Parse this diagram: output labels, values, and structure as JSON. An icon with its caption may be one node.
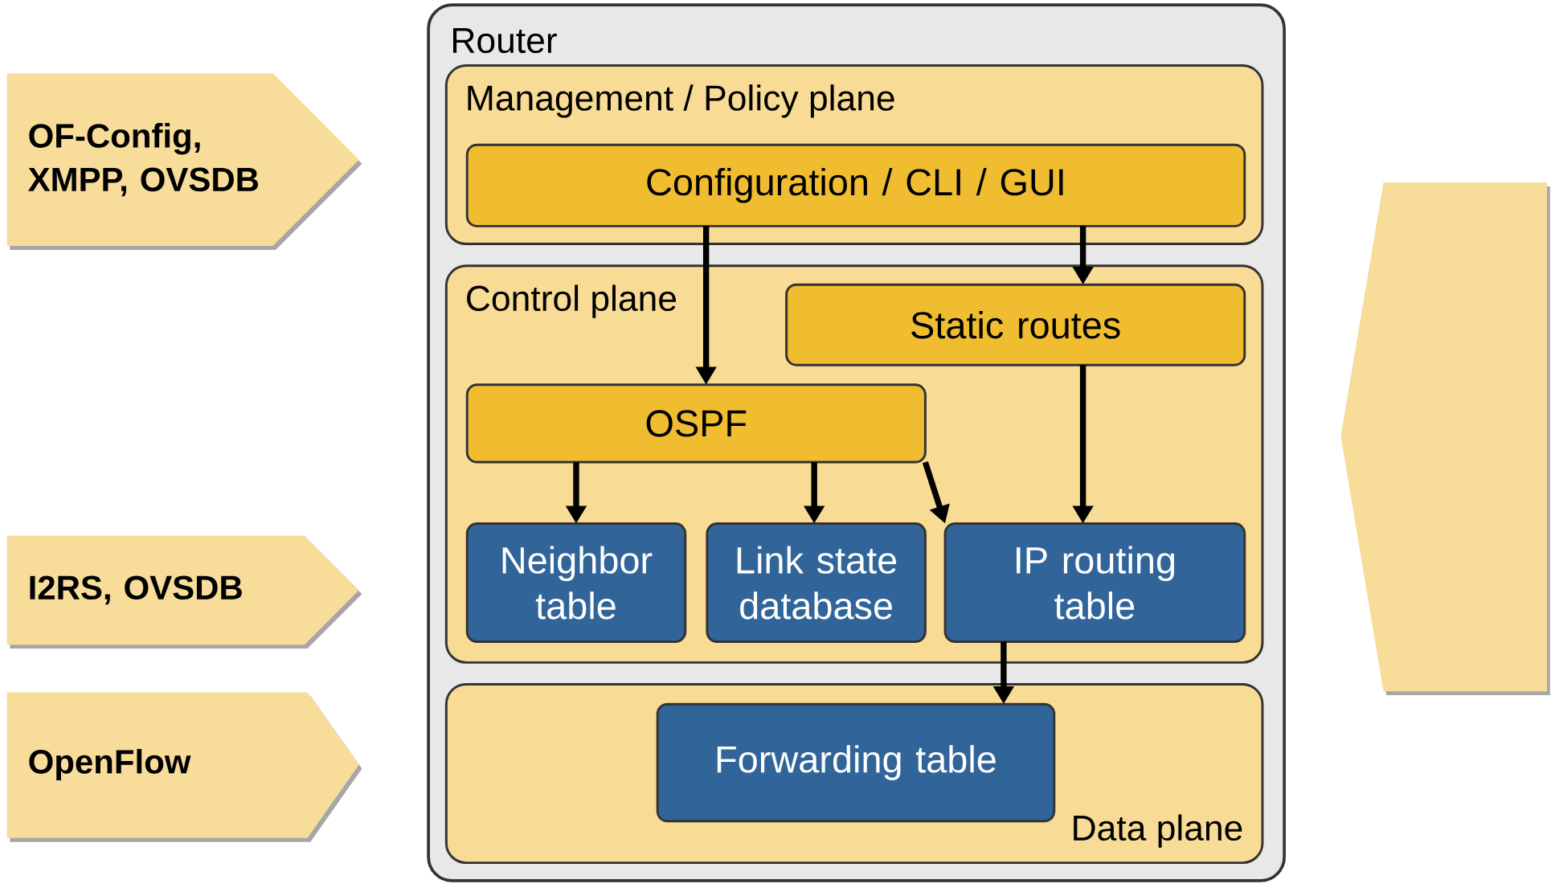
{
  "diagram": {
    "nodes": [
      {
        "text": [
          "Router"
        ]
      },
      {
        "text": [
          "Management / Policy plane"
        ],
        "in": 0
      },
      {
        "text": [
          "Configuration / CLI / GUI"
        ],
        "in": 1
      },
      {
        "text": [
          "Control plane"
        ],
        "in": 0
      },
      {
        "text": [
          "Static routes"
        ],
        "in": 3
      },
      {
        "text": [
          "OSPF"
        ],
        "in": 3
      },
      {
        "text": [
          "Neighbor table"
        ],
        "in": 3
      },
      {
        "text": [
          "Link state database"
        ],
        "in": 3
      },
      {
        "text": [
          "IP routing table"
        ],
        "in": 3
      },
      {
        "text": [
          "Data plane"
        ],
        "in": 0
      },
      {
        "text": [
          "Forwarding table"
        ],
        "in": 9
      },
      {
        "text": [
          "OF-Config, XMPP, OVSDB"
        ]
      },
      {
        "text": [
          "I2RS, OVSDB"
        ]
      },
      {
        "text": [
          "OpenFlow"
        ]
      },
      {
        "text": [],
        "shape": "arrow"
      }
    ],
    "edges": [
      {
        "from": 2,
        "to": 5,
        "arrow": "to"
      },
      {
        "from": 2,
        "to": 4,
        "arrow": "to"
      },
      {
        "from": 5,
        "to": 6,
        "arrow": "to"
      },
      {
        "from": 5,
        "to": 7,
        "arrow": "to"
      },
      {
        "from": 5,
        "to": 8,
        "arrow": "to"
      },
      {
        "from": 4,
        "to": 8,
        "arrow": "to"
      },
      {
        "from": 8,
        "to": 10,
        "arrow": "to"
      }
    ]
  }
}
